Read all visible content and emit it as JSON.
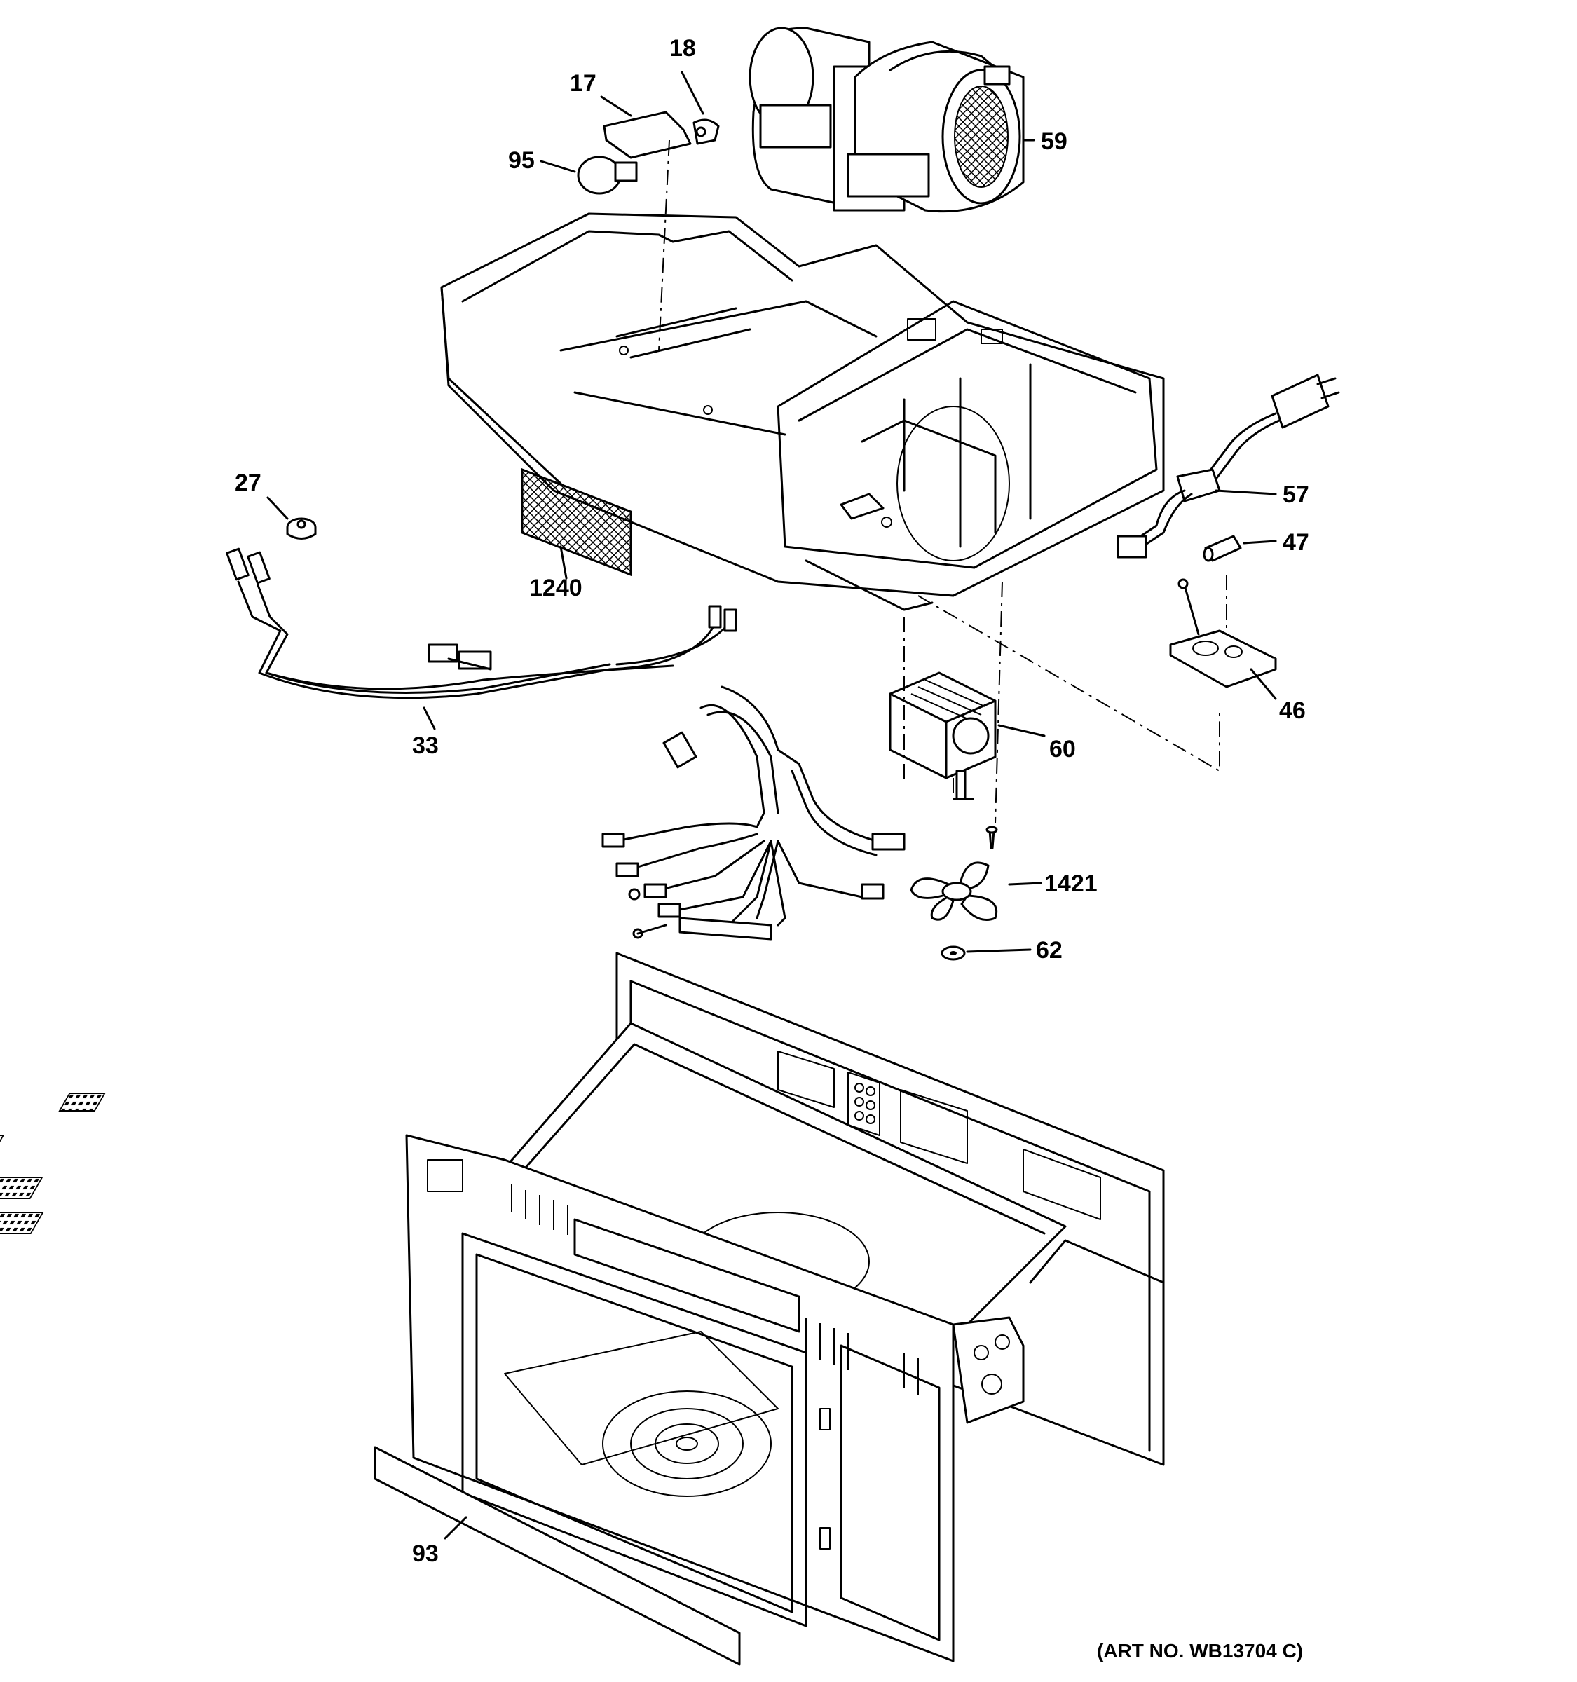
{
  "diagram": {
    "art_number": "(ART NO. WB13704 C)",
    "callouts": [
      {
        "id": "17",
        "label": "17"
      },
      {
        "id": "18",
        "label": "18"
      },
      {
        "id": "95",
        "label": "95"
      },
      {
        "id": "59",
        "label": "59"
      },
      {
        "id": "27",
        "label": "27"
      },
      {
        "id": "1240",
        "label": "1240"
      },
      {
        "id": "57",
        "label": "57"
      },
      {
        "id": "47",
        "label": "47"
      },
      {
        "id": "33",
        "label": "33"
      },
      {
        "id": "46",
        "label": "46"
      },
      {
        "id": "60",
        "label": "60"
      },
      {
        "id": "1421",
        "label": "1421"
      },
      {
        "id": "62",
        "label": "62"
      },
      {
        "id": "93",
        "label": "93"
      }
    ]
  }
}
